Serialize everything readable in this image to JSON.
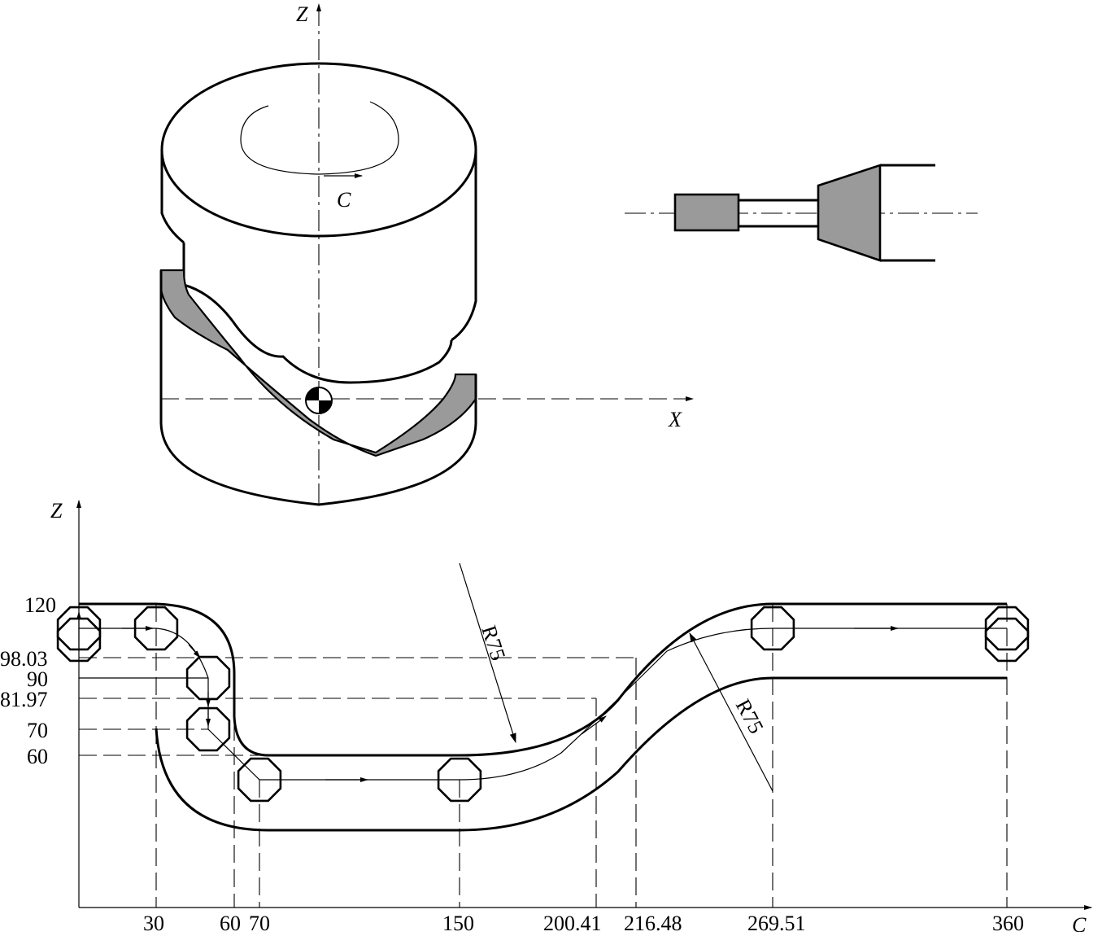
{
  "figure": {
    "iso_axes": {
      "z": "Z",
      "x": "X",
      "rotation": "C"
    },
    "unrolled_axes": {
      "vertical": "Z",
      "horizontal": "C"
    },
    "radius_labels": [
      "R75",
      "R75"
    ],
    "z_ticks": [
      "120",
      "98.03",
      "90",
      "81.97",
      "70",
      "60"
    ],
    "c_ticks": [
      "30",
      "60",
      "70",
      "150",
      "200.41",
      "216.48",
      "269.51",
      "360"
    ],
    "colors": {
      "line": "#000000",
      "fill": "#9a9a9a",
      "background": "#ffffff"
    },
    "icons": [
      "rotation-arrow-icon",
      "origin-symbol-icon",
      "cutting-tool-icon"
    ]
  }
}
